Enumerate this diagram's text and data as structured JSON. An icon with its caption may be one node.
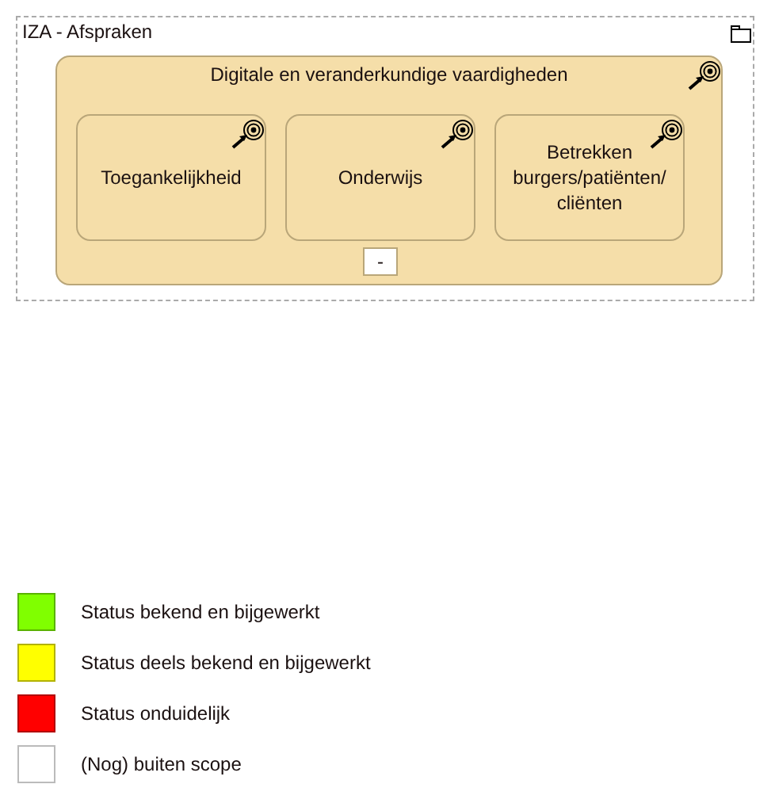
{
  "diagram": {
    "nodes": [
      {
        "text": [
          "IZA - Afspraken"
        ]
      },
      {
        "text": [
          "Digitale en veranderkundige vaardigheden"
        ],
        "in": 0
      },
      {
        "text": [
          "Toegankelijkheid"
        ],
        "in": 1
      },
      {
        "text": [
          "Onderwijs"
        ],
        "in": 1
      },
      {
        "text": [
          "Betrekken burgers/patiënten/ cliënten"
        ],
        "in": 1
      },
      {
        "text": [
          "-"
        ],
        "in": 1
      }
    ],
    "edges": [],
    "legend": [
      {
        "text": "Status bekend en bijgewerkt",
        "color": "#80ff00"
      },
      {
        "text": "Status deels bekend en bijgewerkt",
        "color": "#ffff00"
      },
      {
        "text": "Status onduidelijk",
        "color": "#ff0000"
      },
      {
        "text": "(Nog) buiten scope",
        "color": "#ffffff"
      }
    ]
  }
}
